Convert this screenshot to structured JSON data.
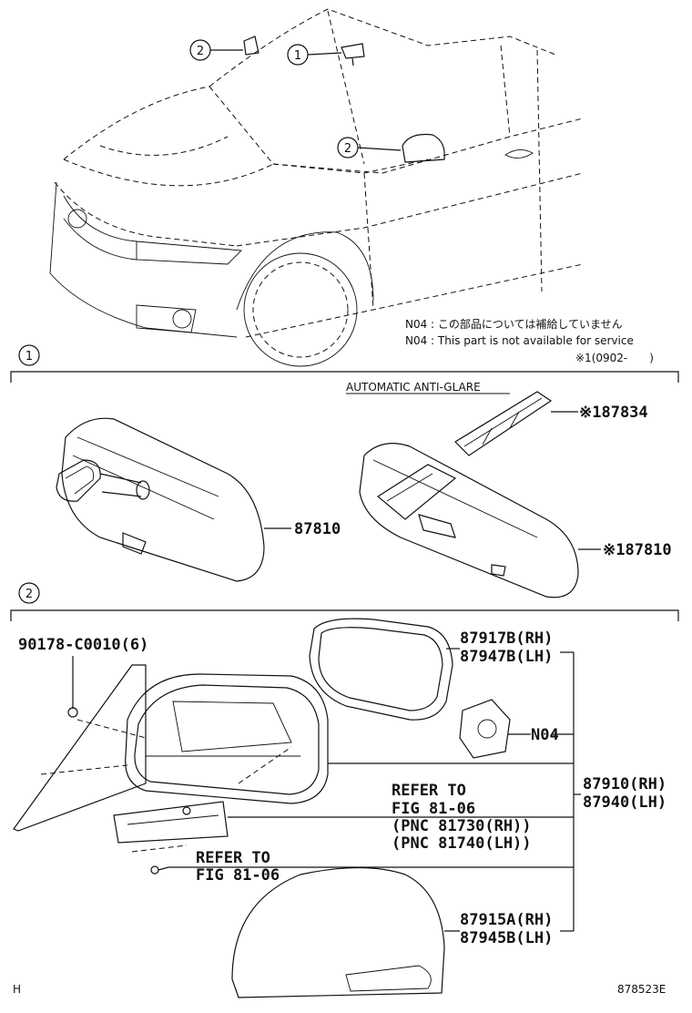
{
  "section1": {
    "callout": "1"
  },
  "section2": {
    "callout": "2"
  },
  "car_callouts": [
    "2",
    "1",
    "2"
  ],
  "notes": {
    "line1": "N04 : この部品については補給していません",
    "line2": "N04 : This part is not available for service",
    "line3": "※1(0902-　　)"
  },
  "subheading": "AUTOMATIC ANTI-GLARE",
  "parts": {
    "p87834": "※187834",
    "p87810": "87810",
    "p87810b": "※187810",
    "screw": "90178-C0010(6)",
    "glass_rh": "87917B(RH)",
    "glass_lh": "87947B(LH)",
    "n04": "N04",
    "assy_rh": "87910(RH)",
    "assy_lh": "87940(LH)",
    "ref1_a": "REFER TO",
    "ref1_b": "FIG 81-06",
    "ref1_c": "(PNC 81730(RH))",
    "ref1_d": "(PNC 81740(LH))",
    "ref2_a": "REFER TO",
    "ref2_b": "FIG 81-06",
    "cover_rh": "87915A(RH)",
    "cover_lh": "87945B(LH)"
  },
  "footer": {
    "left": "H",
    "right": "878523E"
  }
}
